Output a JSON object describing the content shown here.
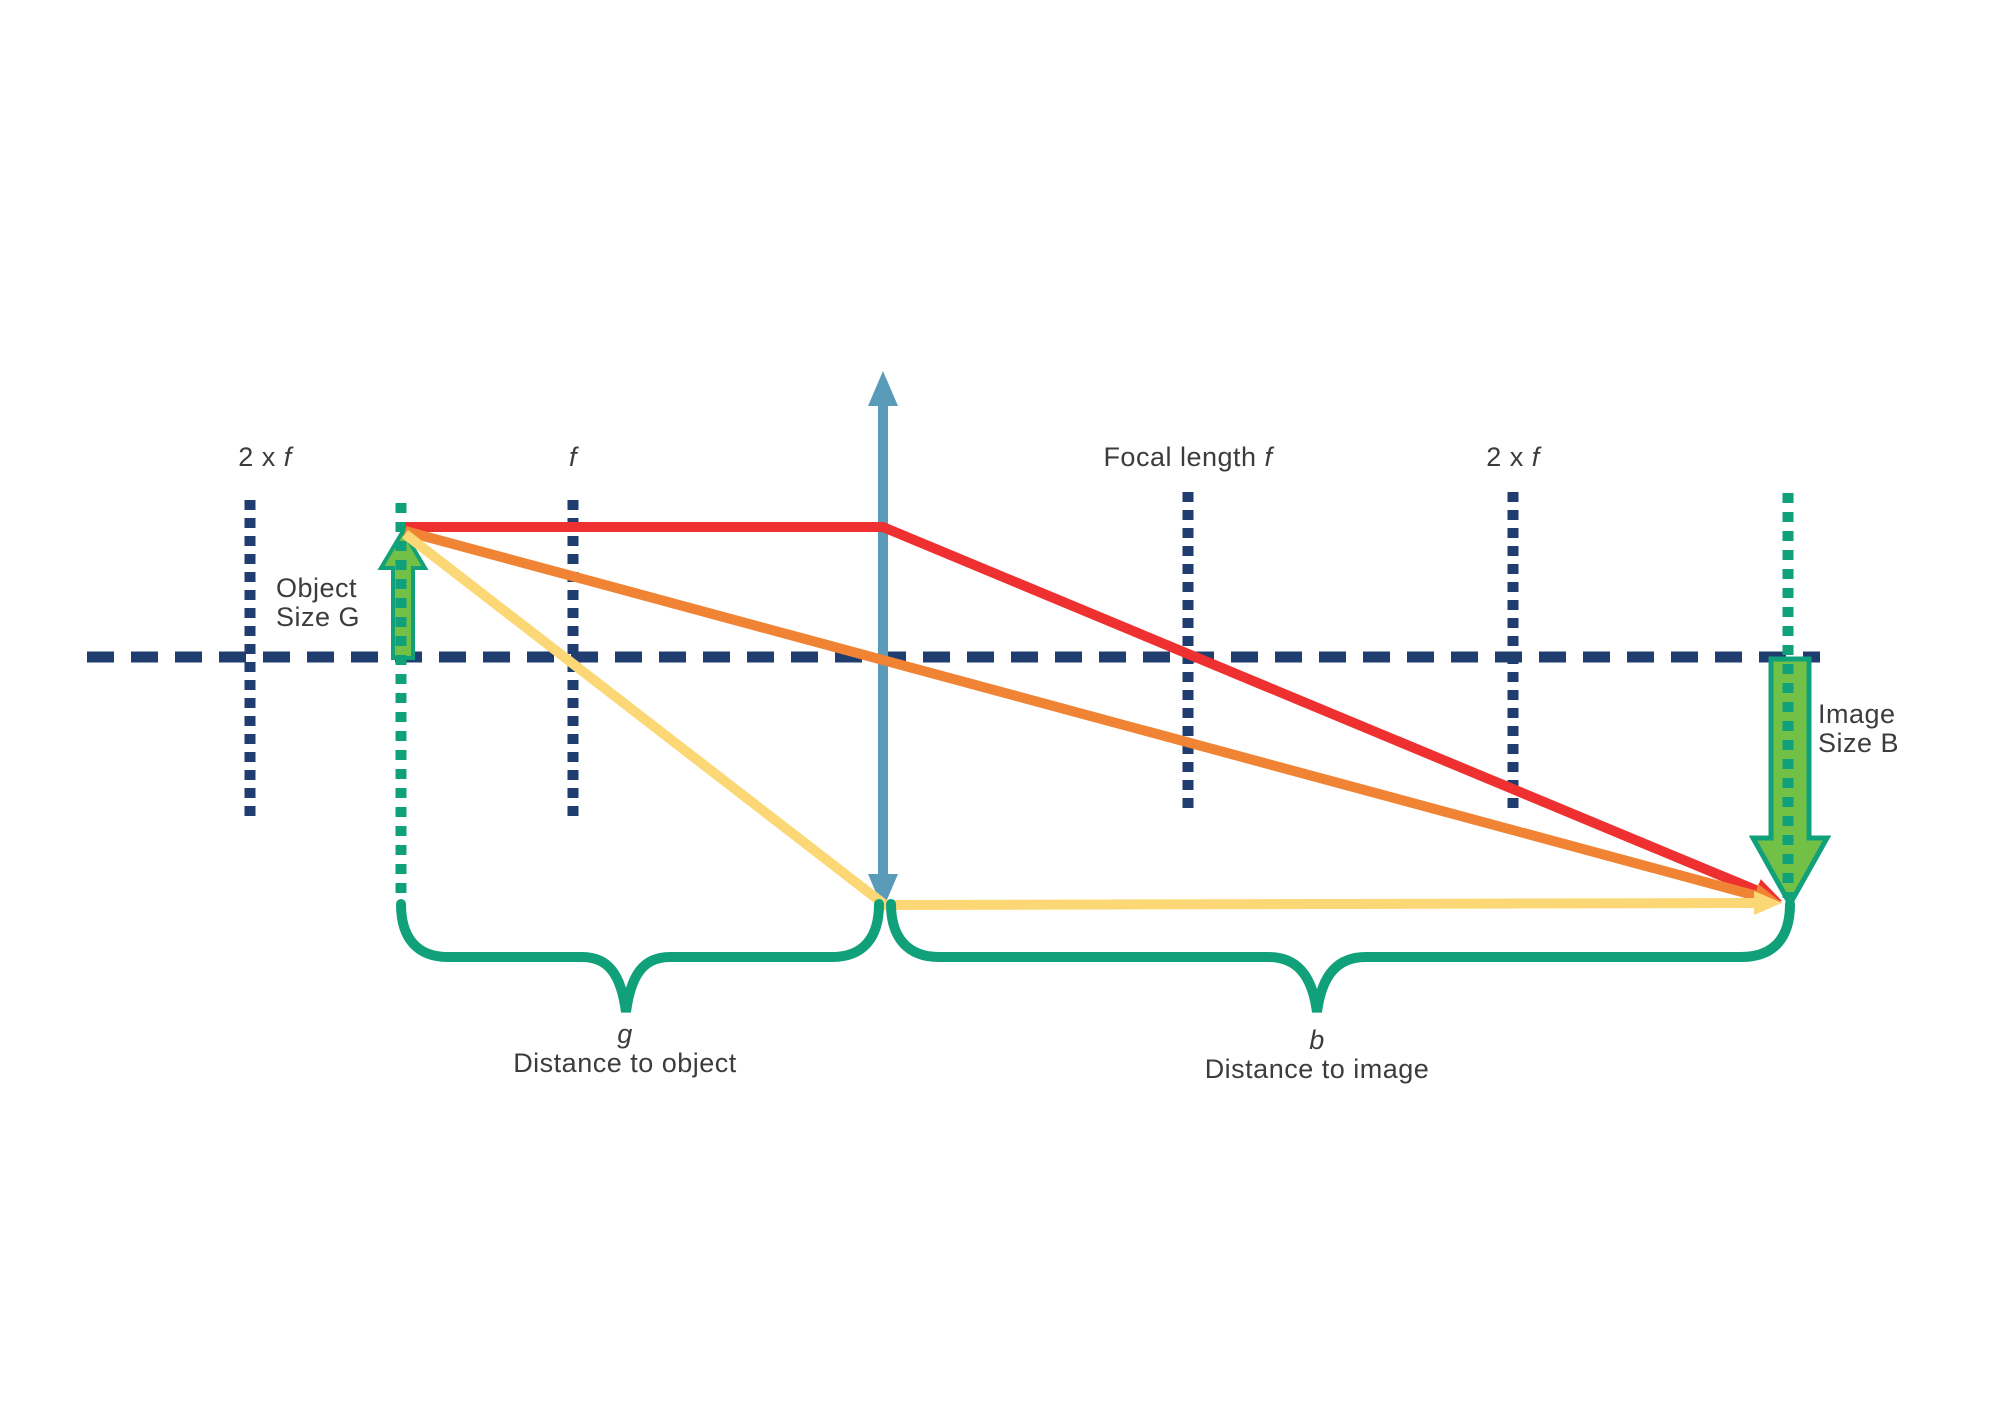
{
  "diagram": {
    "type": "converging-lens-ray-diagram",
    "description": "Thin lens ray diagram with object, image, focal points and principal rays"
  },
  "labels": {
    "left_two_f": {
      "pre": "2 x ",
      "sym": "f"
    },
    "left_f": {
      "sym": "f"
    },
    "focal_length": {
      "pre": "Focal length ",
      "sym": "f"
    },
    "right_two_f": {
      "pre": "2 x ",
      "sym": "f"
    },
    "object_size": {
      "line1": "Object",
      "line2": "Size G"
    },
    "image_size": {
      "line1": "Image",
      "line2": "Size B"
    },
    "object_distance": {
      "sym": "g",
      "text": "Distance to object"
    },
    "image_distance": {
      "sym": "b",
      "text": "Distance to image"
    }
  },
  "colors": {
    "navy": "#1f3d6e",
    "teal": "#10a17b",
    "green": "#72c045",
    "lens_blue": "#5b9bba",
    "red": "#ee3130",
    "orange": "#f08434",
    "yellow": "#fcd775",
    "text": "#3c3c3c",
    "background": "#ffffff"
  }
}
